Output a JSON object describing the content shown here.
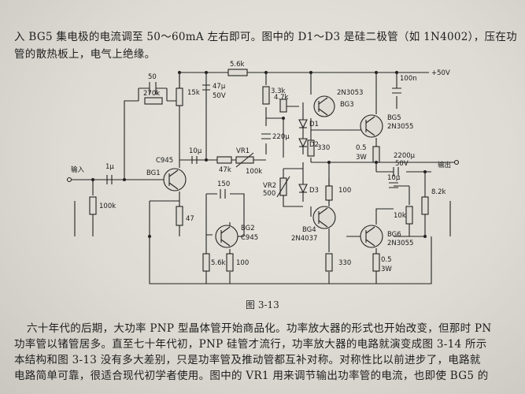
{
  "text": {
    "line1": "入 BG5 集电极的电流调至 50～60mA 左右即可。图中的 D1～D3 是硅二极管（如 1N4002），压在功",
    "line2": "管的散热板上，电气上绝缘。",
    "caption": "图 3-13",
    "line3": "六十年代的后期，大功率 PNP 型晶体管开始商品化。功率放大器的形式也开始改变，但那时 PN",
    "line4": "功率管以锗管居多。直至七十年代初，PNP 硅管才流行，功率放大器的电路就演变成图 3-14 所示",
    "line5": "本结构和图 3-13 没有多大差别，只是功率管及推动管都互补对称。对称性比以前进步了，电路就",
    "line6": "电路简单可靠，很适合现代初学者使用。图中的 VR1 用来调节输出功率管的电流，也即使 BG5 的"
  },
  "labels": {
    "cap50": "50",
    "r270k": "270k",
    "r15k": "15k",
    "c47u": "47μ",
    "v50": "50V",
    "r56k_top": "5.6k",
    "r33k": "3.3k",
    "r47k_top": "4.7k",
    "c100n": "100n",
    "supply": "+50V",
    "q_2n3053": "2N3053",
    "bg3": "BG3",
    "bg5": "BG5",
    "q_2n3055_top": "2N3055",
    "d1": "D1",
    "d2": "D2",
    "c220u": "220μ",
    "r330_top": "330",
    "r05_top": "0.5",
    "w3_top": "3W",
    "c2200u": "2200μ",
    "v50b": "50V",
    "output": "输出",
    "input": "输入",
    "c1u": "1μ",
    "bg1": "BG1",
    "c945_top": "C945",
    "r100k_in": "100k",
    "c10u": "10μ",
    "vr1": "VR1",
    "r47k": "47k",
    "vr1_100k": "100k",
    "vr2": "VR2",
    "vr2_500": "500",
    "d3": "D3",
    "r100_mid": "100",
    "c10u_right": "10μ",
    "r82k": "8.2k",
    "r10k": "10k",
    "c150": "150",
    "r47": "47",
    "bg2": "BG2",
    "c945_bottom": "C945",
    "bg4": "BG4",
    "q_2n4037": "2N4037",
    "bg6": "BG6",
    "q_2n3055_bottom": "2N3055",
    "r56k_bottom": "5.6k",
    "r100_bottom": "100",
    "r330_bottom": "330",
    "r05_bottom": "0.5",
    "w3_bottom": "3W"
  }
}
